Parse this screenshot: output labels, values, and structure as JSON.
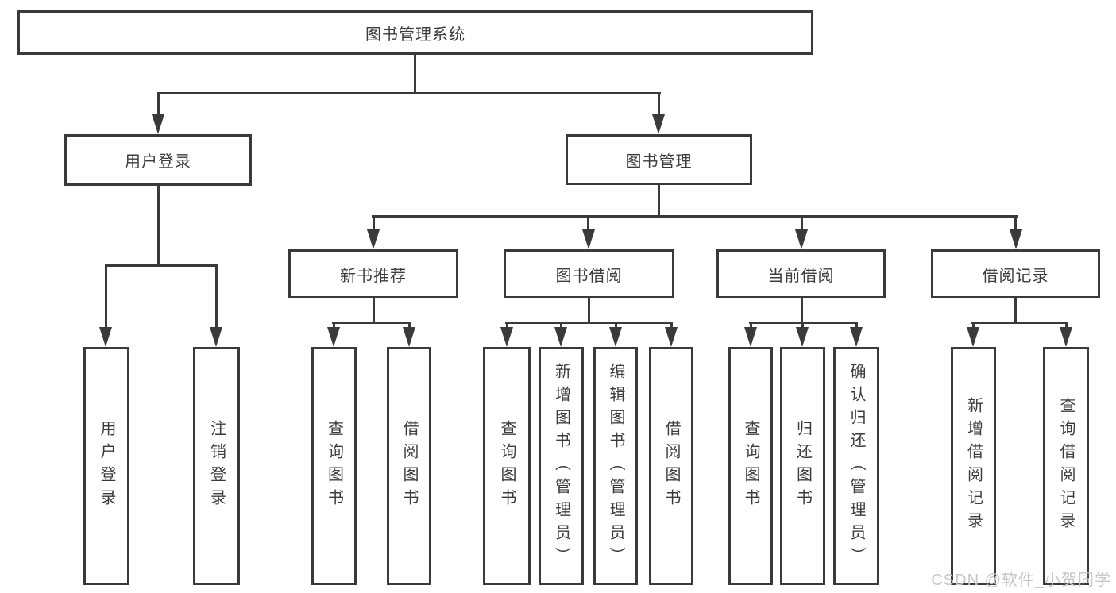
{
  "diagram": {
    "root": {
      "label": "图书管理系统"
    },
    "level1": [
      {
        "label": "用户登录"
      },
      {
        "label": "图书管理"
      }
    ],
    "level2": [
      {
        "label": "新书推荐"
      },
      {
        "label": "图书借阅"
      },
      {
        "label": "当前借阅"
      },
      {
        "label": "借阅记录"
      }
    ],
    "leaves": [
      {
        "label": "用户登录"
      },
      {
        "label": "注销登录"
      },
      {
        "label": "查询图书"
      },
      {
        "label": "借阅图书"
      },
      {
        "label": "查询图书"
      },
      {
        "label": "新增图书（管理员）"
      },
      {
        "label": "编辑图书（管理员）"
      },
      {
        "label": "借阅图书"
      },
      {
        "label": "查询图书"
      },
      {
        "label": "归还图书"
      },
      {
        "label": "确认归还（管理员）"
      },
      {
        "label": "新增借阅记录"
      },
      {
        "label": "查询借阅记录"
      }
    ]
  },
  "watermark": {
    "text": "CSDN @软件_小贺同学"
  },
  "colors": {
    "line": "#3a3a3a",
    "text": "#3c3c3c",
    "watermark": "#c6c6c6",
    "background": "#ffffff"
  }
}
